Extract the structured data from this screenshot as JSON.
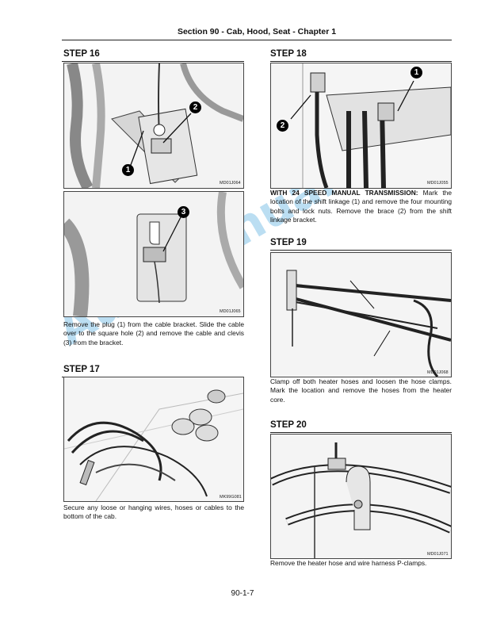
{
  "header": {
    "title": "Section 90 - Cab, Hood, Seat - Chapter 1"
  },
  "watermark": "AutoManual",
  "steps": {
    "s16": {
      "title": "STEP  16",
      "fig1_code": "MD01J064",
      "fig2_code": "MD01J065",
      "text": "Remove the plug (1) from the cable bracket. Slide the cable over to the square hole (2) and remove the cable and clevis (3) from the bracket."
    },
    "s17": {
      "title": "STEP  17",
      "fig_code": "MK99G081",
      "text": "Secure any loose or hanging wires, hoses or cables to the bottom of the cab."
    },
    "s18": {
      "title": "STEP  18",
      "fig_code": "MD01J055",
      "text_bold": "WITH 24 SPEED MANUAL TRANSMISSION:",
      "text": " Mark the location of the shift linkage (1) and remove the four mounting bolts and lock nuts. Remove the brace (2) from the shift linkage bracket."
    },
    "s19": {
      "title": "STEP  19",
      "fig_code": "MD01J068",
      "text": "Clamp off both heater hoses and loosen the hose clamps. Mark the location and remove the hoses from the heater core."
    },
    "s20": {
      "title": "STEP  20",
      "fig_code": "MD01J071",
      "text": "Remove the heater hose and wire harness P-clamps."
    }
  },
  "callouts": {
    "one": "1",
    "two": "2",
    "three": "3"
  },
  "page_number": "90-1-7"
}
